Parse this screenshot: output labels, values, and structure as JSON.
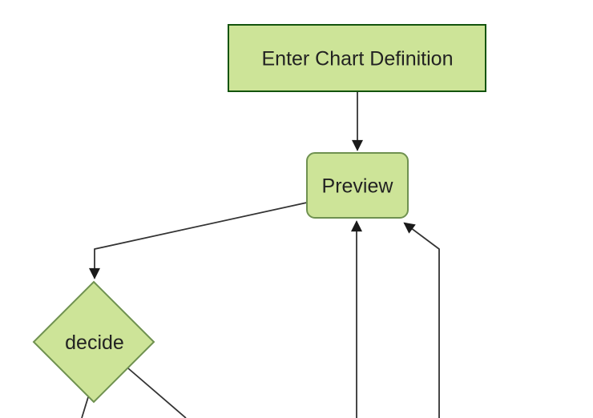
{
  "diagram": {
    "type": "flowchart",
    "orientation": "top-down",
    "nodes": [
      {
        "id": "enter-chart-definition",
        "label": "Enter Chart Definition",
        "shape": "rectangle"
      },
      {
        "id": "preview",
        "label": "Preview",
        "shape": "rounded-rectangle"
      },
      {
        "id": "decide",
        "label": "decide",
        "shape": "diamond"
      }
    ],
    "edges": [
      {
        "from": "enter-chart-definition",
        "to": "preview",
        "style": "straight-arrow"
      },
      {
        "from": "preview",
        "to": "decide",
        "style": "elbow-arrow"
      },
      {
        "from": "offscreen-bottom-node-1",
        "to": "preview",
        "style": "straight-arrow"
      },
      {
        "from": "offscreen-bottom-node-2",
        "to": "preview",
        "style": "elbow-arrow"
      },
      {
        "from": "decide",
        "to": "offscreen-bottom-left",
        "style": "line-exits-frame"
      },
      {
        "from": "decide",
        "to": "offscreen-bottom-right",
        "style": "line-exits-frame"
      }
    ],
    "colors": {
      "node_fill": "#cde498",
      "rectangle_border": "#13540c",
      "rounded_border": "#6f9150",
      "diamond_border": "#6f9150",
      "edge_line": "#333333",
      "arrowhead": "#1a1a1a",
      "label_text": "#222222",
      "background": "#ffffff"
    }
  }
}
